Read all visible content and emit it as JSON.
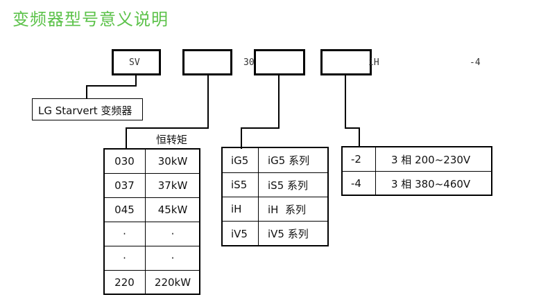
{
  "title": "变频器型号意义说明",
  "code_row": {
    "box1_text": "SV",
    "after_box2": "30",
    "after_box4": "iH",
    "suffix": "-4"
  },
  "series_label": "LG Starvert 变频器",
  "torque_label": "恒转矩",
  "capacity_table": [
    {
      "code": "030",
      "power": "30kW"
    },
    {
      "code": "037",
      "power": "37kW"
    },
    {
      "code": "045",
      "power": "45kW"
    },
    {
      "code": "·",
      "power": "·"
    },
    {
      "code": "·",
      "power": "·"
    },
    {
      "code": "220",
      "power": "220kW"
    }
  ],
  "series_table": [
    {
      "code": "iG5",
      "name": "iG5 系列"
    },
    {
      "code": "iS5",
      "name": "iS5 系列"
    },
    {
      "code": "iH",
      "name": "iH  系列"
    },
    {
      "code": "iV5",
      "name": "iV5 系列"
    }
  ],
  "voltage_table": [
    {
      "code": "-2",
      "desc": "3 相 200~230V"
    },
    {
      "code": "-4",
      "desc": "3 相 380~460V"
    }
  ],
  "colors": {
    "title": "#5cc24a",
    "lines": "#000000"
  }
}
